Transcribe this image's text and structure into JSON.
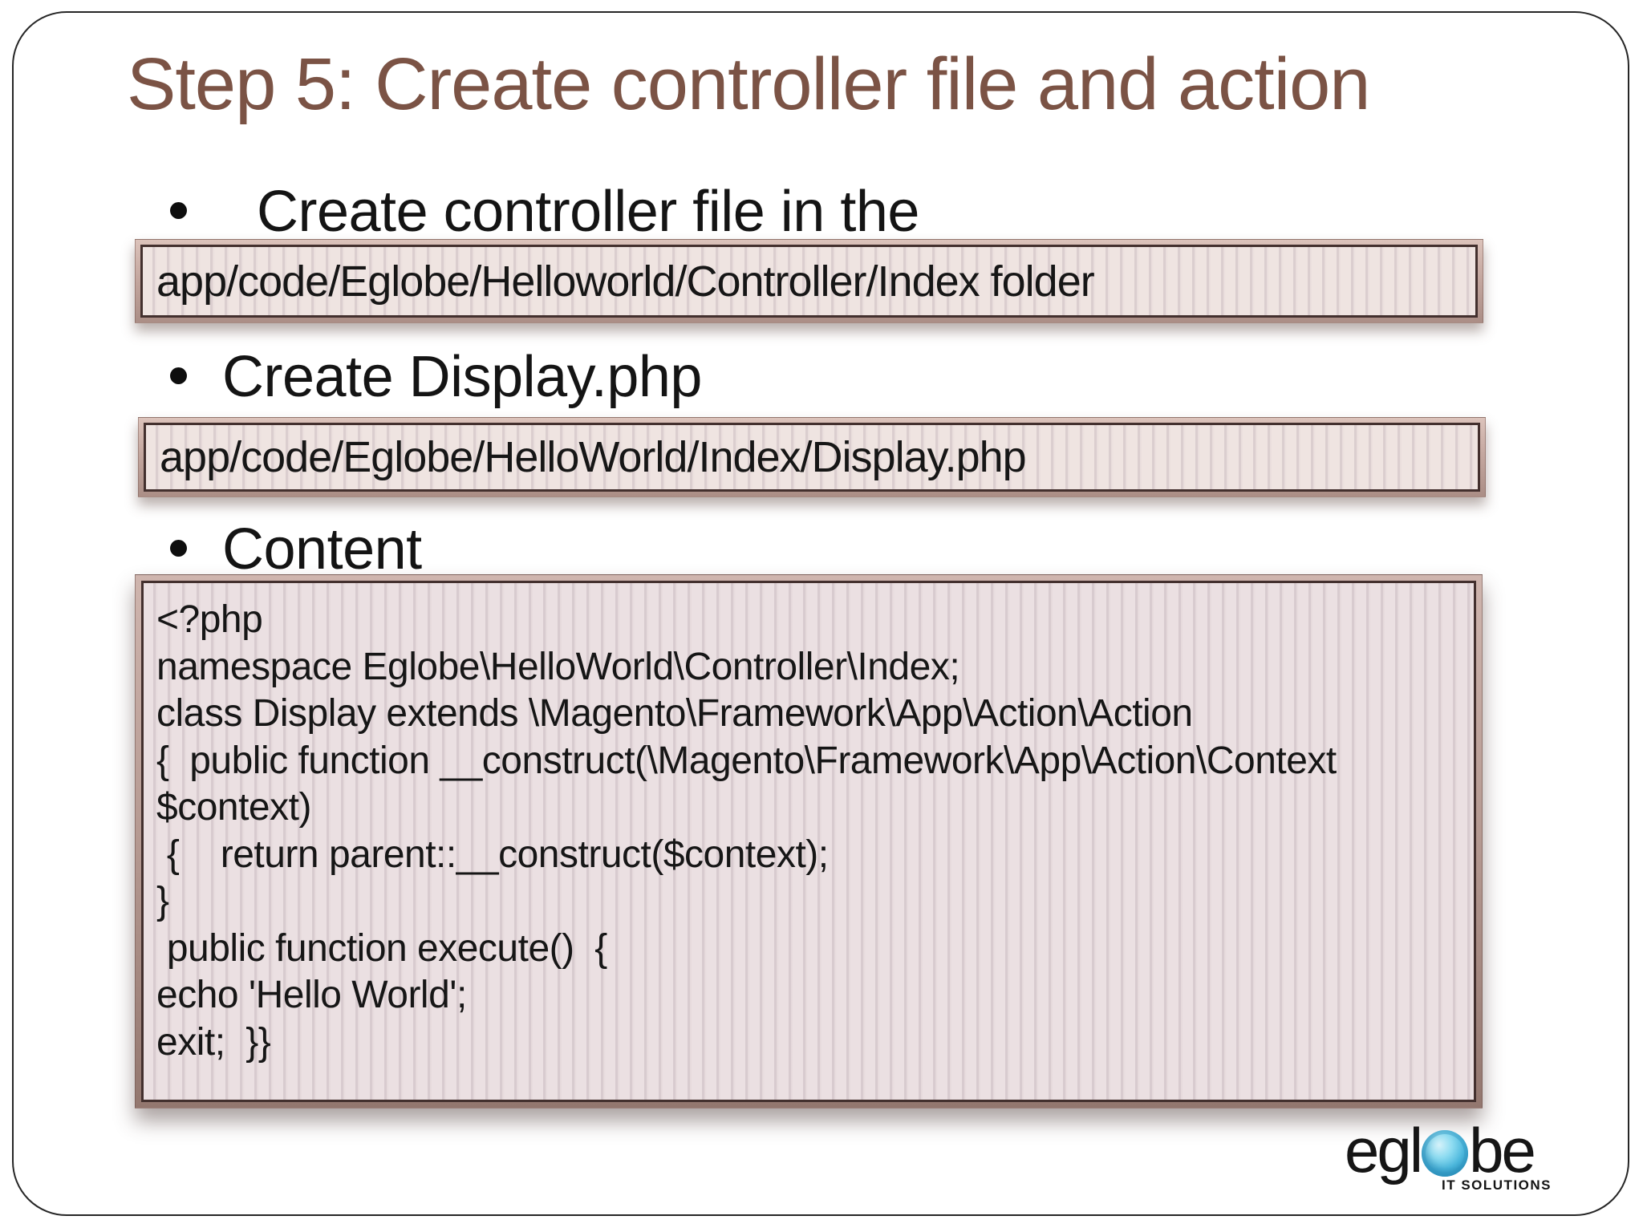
{
  "slide": {
    "title": "Step 5: Create controller file and action",
    "bullets": [
      {
        "label": "Create controller file in the"
      },
      {
        "label": "Create Display.php"
      },
      {
        "label": "Content"
      }
    ],
    "path_boxes": [
      {
        "text": "app/code/Eglobe/Helloworld/Controller/Index folder"
      },
      {
        "text": "app/code/Eglobe/HelloWorld/Index/Display.php"
      }
    ],
    "code_lines": [
      "<?php",
      "namespace Eglobe\\HelloWorld\\Controller\\Index;",
      "class Display extends \\Magento\\Framework\\App\\Action\\Action",
      "{  public function __construct(\\Magento\\Framework\\App\\Action\\Context",
      "$context)",
      " {    return parent::__construct($context);",
      "}",
      " public function execute()  {",
      "echo 'Hello World';",
      "exit;  }}"
    ],
    "logo": {
      "prefix": "egl",
      "suffix": "be",
      "tagline": "IT SOLUTIONS"
    },
    "colors": {
      "title": "#7b5345",
      "box_border": "#43302e",
      "box_fill": "#ebe0e2",
      "globe_blue": "#4db8dd"
    }
  }
}
